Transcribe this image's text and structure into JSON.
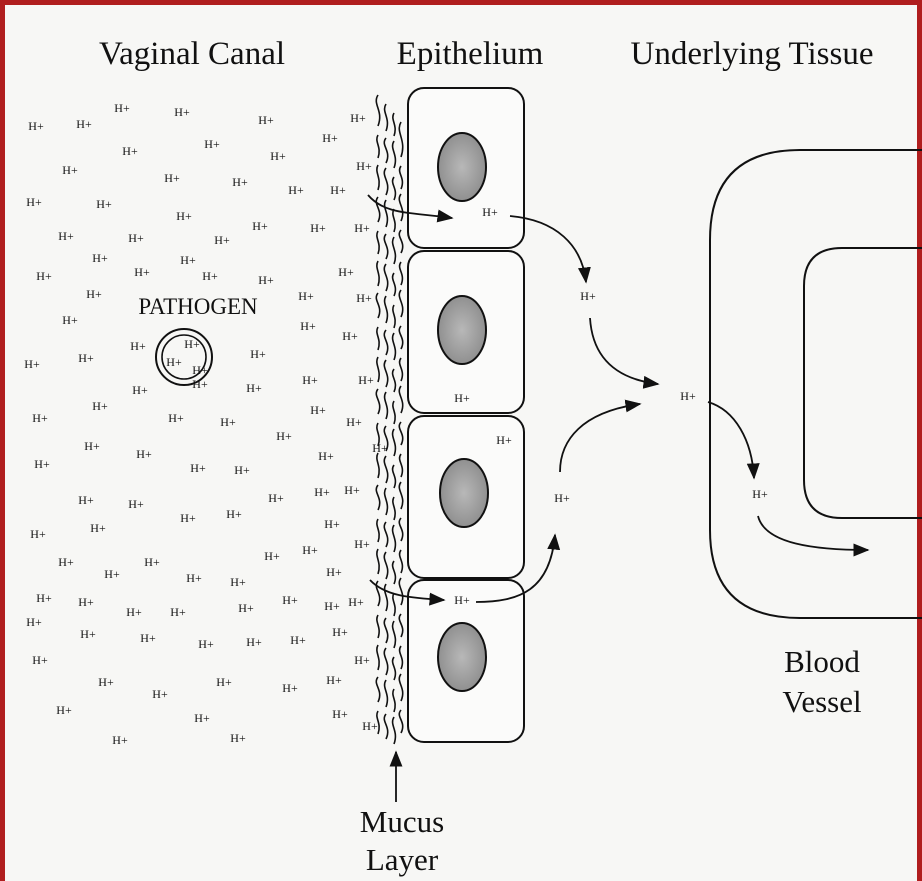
{
  "headings": {
    "vaginal_canal": "Vaginal Canal",
    "epithelium": "Epithelium",
    "underlying_tissue": "Underlying Tissue"
  },
  "labels": {
    "pathogen": "PATHOGEN",
    "blood_vessel_line1": "Blood",
    "blood_vessel_line2": "Vessel",
    "mucus_line1": "Mucus",
    "mucus_line2": "Layer",
    "ion": "H+"
  },
  "colors": {
    "frame": "#b01e1e",
    "nucleus": "#9a9a9a",
    "ink": "#111111"
  }
}
